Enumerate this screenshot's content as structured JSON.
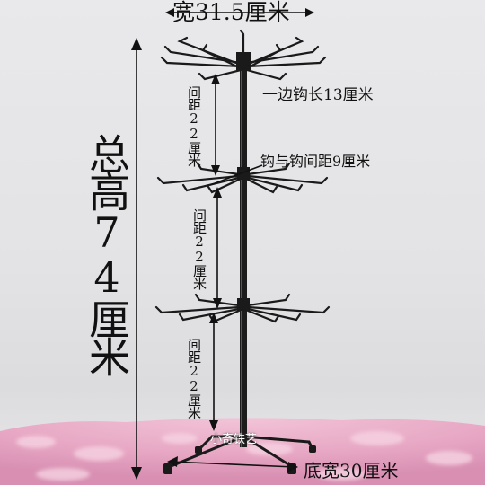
{
  "labels": {
    "width_top": "宽31.5厘米",
    "hook_length": "一边钩长13厘米",
    "hook_spacing": "钩与钩间距9厘米",
    "base_width": "底宽30厘米",
    "total_height": "总高74厘米",
    "spacing_1": "间距22厘米",
    "spacing_2": "间距22厘米",
    "spacing_3": "间距22厘米",
    "watermark": "小奇铁艺"
  },
  "colors": {
    "rack": "#1a1a1a",
    "carpet": "#e7a7c4",
    "background": "#e4e4e6"
  }
}
